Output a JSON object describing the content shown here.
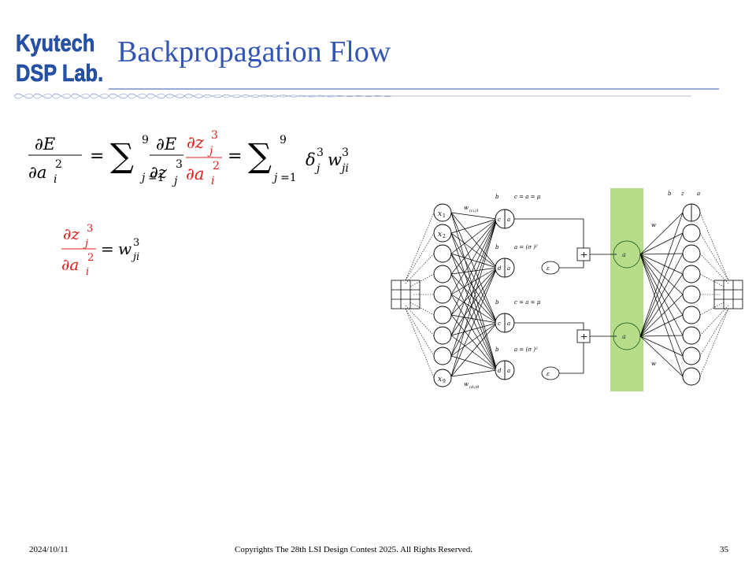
{
  "logo": {
    "line1": "Kyutech",
    "line2": "DSP Lab."
  },
  "title": "Backpropagation Flow",
  "footer": {
    "date": "2024/10/11",
    "copyright": "Copyrights The 28th LSI Design Contest 2025.  All Rights Reserved.",
    "page": "35"
  },
  "colors": {
    "title": "#3355b5",
    "logo": "#2352a8",
    "highlight": "#e0201a",
    "latent_band": "#b7dc8a"
  }
}
